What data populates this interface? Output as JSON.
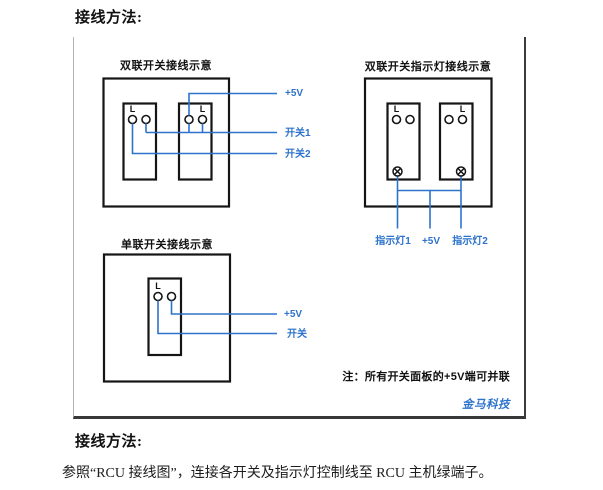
{
  "page": {
    "top_heading": "接线方法:",
    "bottom_heading": "接线方法:",
    "paragraph": "参照“RCU 接线图”，连接各开关及指示灯控制线至 RCU 主机绿端子。"
  },
  "frame": {
    "note": "注：所有开关面板的+5V端可并联",
    "brand": "金马科技"
  },
  "colors": {
    "wire_blue": "#2e73cb",
    "line_black": "#151515"
  },
  "diagrams": {
    "dual_switch": {
      "title": "双联开关接线示意",
      "terminal_label": "L",
      "labels": {
        "v5": "+5V",
        "switch1": "开关1",
        "switch2": "开关2"
      }
    },
    "dual_switch_indicator": {
      "title": "双联开关指示灯接线示意",
      "terminal_label": "L",
      "labels": {
        "lamp1": "指示灯1",
        "v5": "+5V",
        "lamp2": "指示灯2"
      }
    },
    "single_switch": {
      "title": "单联开关接线示意",
      "terminal_label": "L",
      "labels": {
        "v5": "+5V",
        "switch": "开关"
      }
    }
  }
}
